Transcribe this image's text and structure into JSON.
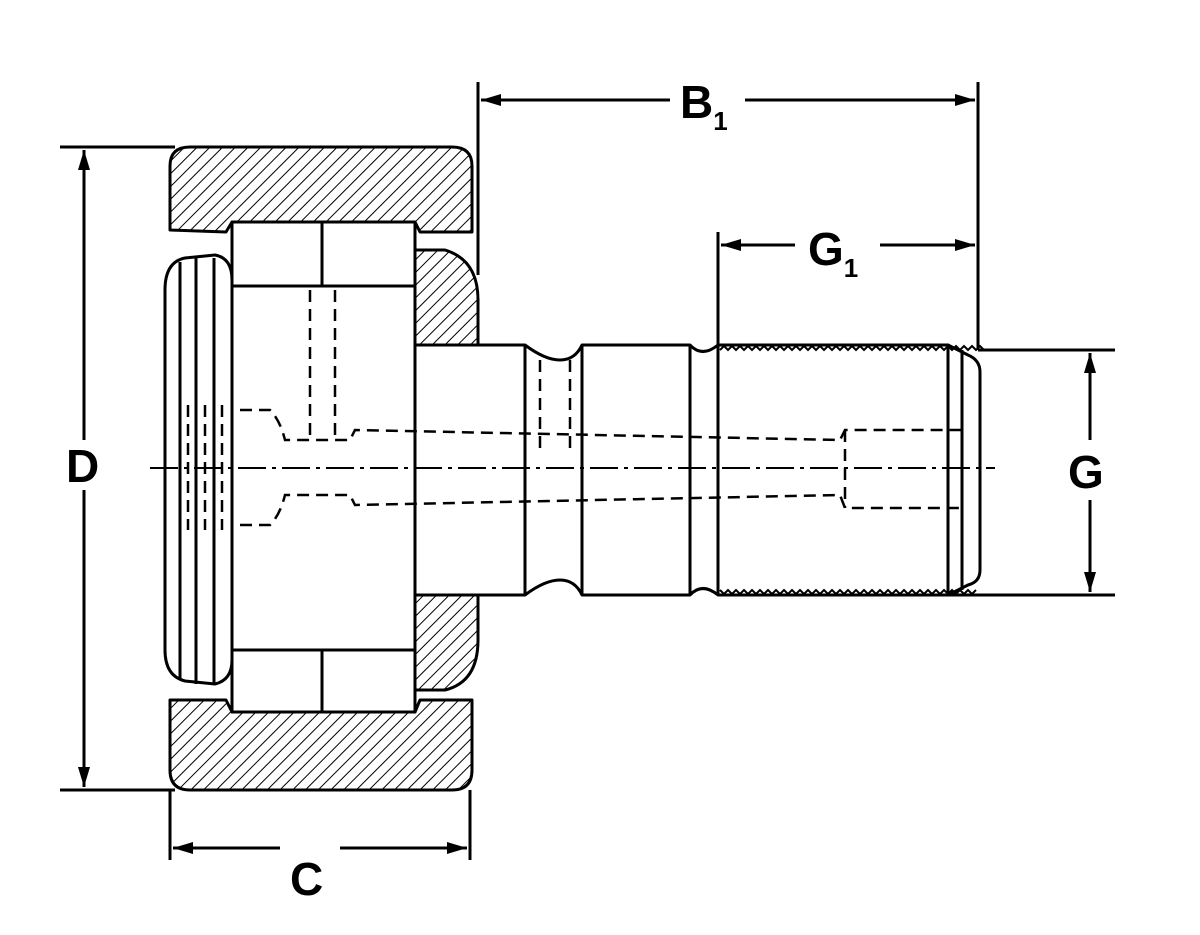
{
  "labels": {
    "B": {
      "main": "B",
      "sub": "1"
    },
    "G1": {
      "main": "G",
      "sub": "1"
    },
    "D": "D",
    "G": "G",
    "C": "C"
  },
  "colors": {
    "ink": "#000000",
    "background": "#ffffff"
  }
}
